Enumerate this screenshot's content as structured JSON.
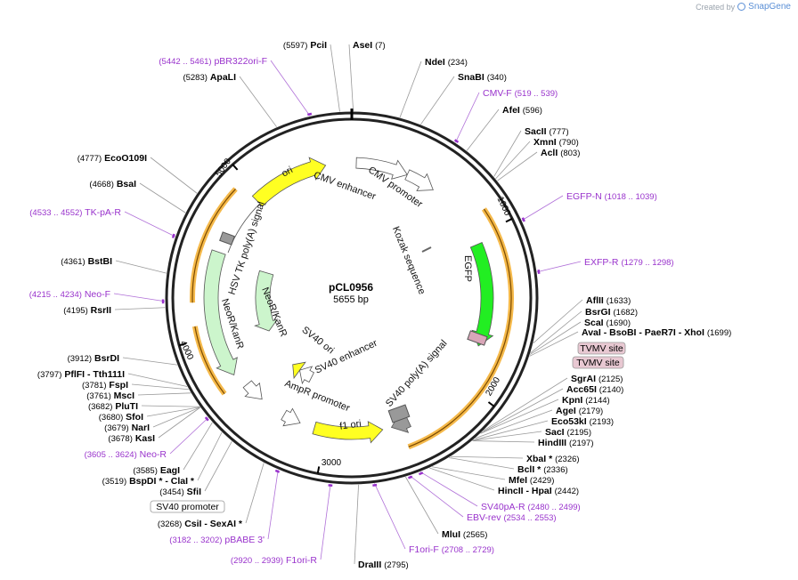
{
  "credit": {
    "prefix": "Created by",
    "brand": "SnapGene"
  },
  "plasmid": {
    "name": "pCL0956",
    "size": "5655 bp"
  },
  "ticks": [
    {
      "label": "1000",
      "pos": 1000
    },
    {
      "label": "2000",
      "pos": 2000
    },
    {
      "label": "3000",
      "pos": 3000
    },
    {
      "label": "4000",
      "pos": 4000
    },
    {
      "label": "5000",
      "pos": 5000
    }
  ],
  "sites": [
    {
      "name": "PciI",
      "coord": "(5597)"
    },
    {
      "name": "AseI",
      "coord": "(7)"
    },
    {
      "name": "NdeI",
      "coord": "(234)"
    },
    {
      "name": "SnaBI",
      "coord": "(340)"
    },
    {
      "name": "CMV-F",
      "coord": "(519 .. 539)",
      "primer": true
    },
    {
      "name": "AfeI",
      "coord": "(596)"
    },
    {
      "name": "SacII",
      "coord": "(777)"
    },
    {
      "name": "XmnI",
      "coord": "(790)"
    },
    {
      "name": "AclI",
      "coord": "(803)"
    },
    {
      "name": "EGFP-N",
      "coord": "(1018 .. 1039)",
      "primer": true
    },
    {
      "name": "EXFP-R",
      "coord": "(1279 .. 1298)",
      "primer": true
    },
    {
      "name": "AflII",
      "coord": "(1633)"
    },
    {
      "name": "BsrGI",
      "coord": "(1682)"
    },
    {
      "name": "ScaI",
      "coord": "(1690)"
    },
    {
      "name": "AvaI  - BsoBI  - PaeR7I  - XhoI",
      "coord": "(1699)"
    },
    {
      "name": "SgrAI",
      "coord": "(2125)"
    },
    {
      "name": "Acc65I",
      "coord": "(2140)"
    },
    {
      "name": "KpnI",
      "coord": "(2144)"
    },
    {
      "name": "AgeI",
      "coord": "(2179)"
    },
    {
      "name": "Eco53kI",
      "coord": "(2193)"
    },
    {
      "name": "SacI",
      "coord": "(2195)"
    },
    {
      "name": "HindIII",
      "coord": "(2197)"
    },
    {
      "name": "XbaI *",
      "coord": "(2326)"
    },
    {
      "name": "BclI *",
      "coord": "(2336)"
    },
    {
      "name": "MfeI",
      "coord": "(2429)"
    },
    {
      "name": "HincII  - HpaI",
      "coord": "(2442)"
    },
    {
      "name": "SV40pA-R",
      "coord": "(2480 .. 2499)",
      "primer": true
    },
    {
      "name": "EBV-rev",
      "coord": "(2534 .. 2553)",
      "primer": true
    },
    {
      "name": "MluI",
      "coord": "(2565)"
    },
    {
      "name": "F1ori-F",
      "coord": "(2708 .. 2729)",
      "primer": true
    },
    {
      "name": "DraIII",
      "coord": "(2795)"
    },
    {
      "name": "F1ori-R",
      "coord": "(2920 .. 2939)",
      "primer": true
    },
    {
      "name": "pBABE 3'",
      "coord": "(3182 .. 3202)",
      "primer": true
    },
    {
      "name": "CsiI  - SexAI *",
      "coord": "(3268)"
    },
    {
      "name": "SfiI",
      "coord": "(3454)"
    },
    {
      "name": "BspDI *  - ClaI *",
      "coord": "(3519)"
    },
    {
      "name": "EagI",
      "coord": "(3585)"
    },
    {
      "name": "Neo-R",
      "coord": "(3605 .. 3624)",
      "primer": true
    },
    {
      "name": "KasI",
      "coord": "(3678)"
    },
    {
      "name": "NarI",
      "coord": "(3679)"
    },
    {
      "name": "SfoI",
      "coord": "(3680)"
    },
    {
      "name": "PluTI",
      "coord": "(3682)"
    },
    {
      "name": "MscI",
      "coord": "(3761)"
    },
    {
      "name": "FspI",
      "coord": "(3781)"
    },
    {
      "name": "PflFI  - Tth111I",
      "coord": "(3797)"
    },
    {
      "name": "BsrDI",
      "coord": "(3912)"
    },
    {
      "name": "RsrII",
      "coord": "(4195)"
    },
    {
      "name": "Neo-F",
      "coord": "(4215 .. 4234)",
      "primer": true
    },
    {
      "name": "BstBI",
      "coord": "(4361)"
    },
    {
      "name": "TK-pA-R",
      "coord": "(4533 .. 4552)",
      "primer": true
    },
    {
      "name": "BsaI",
      "coord": "(4668)"
    },
    {
      "name": "EcoO109I",
      "coord": "(4777)"
    },
    {
      "name": "ApaLI",
      "coord": "(5283)"
    },
    {
      "name": "pBR322ori-F",
      "coord": "(5442 .. 5461)",
      "primer": true
    }
  ],
  "boxed_labels": [
    "TVMV site",
    "TVMV site",
    "SV40 promoter"
  ],
  "features": [
    {
      "name": "CMV enhancer",
      "color": "#ffffff"
    },
    {
      "name": "CMV promoter",
      "color": "#ffffff"
    },
    {
      "name": "Kozak sequence",
      "color": "#888888"
    },
    {
      "name": "EGFP",
      "color": "#22ee22"
    },
    {
      "name": "SV40 poly(A) signal",
      "color": "#999999"
    },
    {
      "name": "f1 ori",
      "color": "#ffff22"
    },
    {
      "name": "AmpR promoter",
      "color": "#ffffff"
    },
    {
      "name": "SV40 ori",
      "color": "#ffff22"
    },
    {
      "name": "SV40 enhancer",
      "color": "#ffffff"
    },
    {
      "name": "NeoR/KanR",
      "color": "#ccf5cc"
    },
    {
      "name": "NeoR/KanR",
      "color": "#ccf5cc"
    },
    {
      "name": "HSV TK poly(A) signal",
      "color": "#999999"
    },
    {
      "name": "ori",
      "color": "#ffff22"
    }
  ],
  "colors": {
    "primer": "#9933cc",
    "orf": "#f5b94a",
    "backbone": "#222222"
  }
}
